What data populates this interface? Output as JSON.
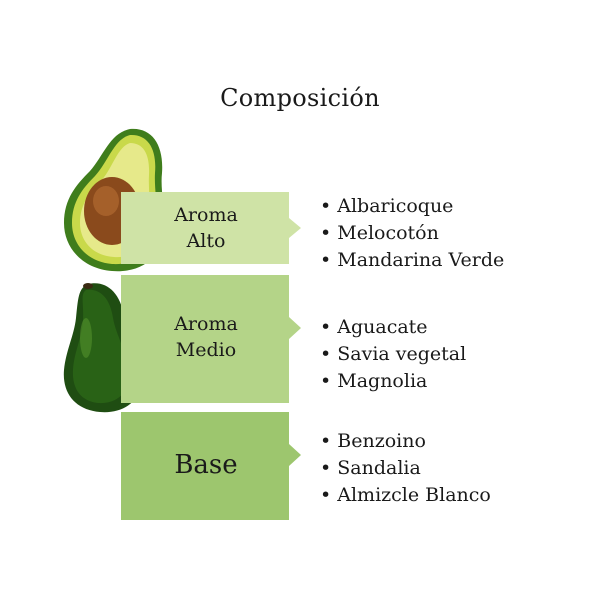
{
  "header": {
    "title": "Composición"
  },
  "tiers": [
    {
      "label_line1": "Aroma",
      "label_line2": "Alto",
      "color": "#cfe3a6",
      "notes": [
        "Albaricoque",
        "Melocotón",
        "Mandarina Verde"
      ]
    },
    {
      "label_line1": "Aroma",
      "label_line2": "Medio",
      "color": "#b4d488",
      "notes": [
        "Aguacate",
        "Savia vegetal",
        "Magnolia"
      ]
    },
    {
      "label": "Base",
      "color": "#9dc66e",
      "notes": [
        "Benzoino",
        "Sandalia",
        "Almizcle Blanco"
      ]
    }
  ],
  "images": {
    "top": "avocado-half-icon",
    "bottom": "whole-avocado-icon"
  }
}
